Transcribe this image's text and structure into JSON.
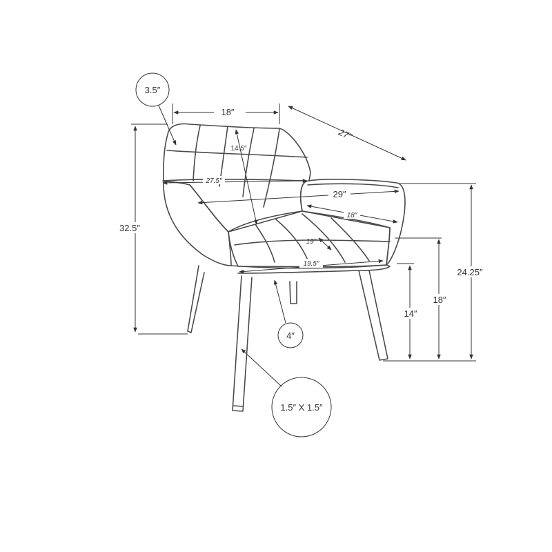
{
  "diagram": {
    "stroke_color": "#4a4a4a",
    "background": "#ffffff",
    "dimensions": {
      "arm_width": "3.5″",
      "back_width": "18″",
      "depth_overall": "27″",
      "back_height": "14.5″",
      "inner_width_top": "27.5″",
      "overall_width": "29″",
      "arm_to_back": "18″",
      "seat_depth": "19″",
      "seat_width": "19.5″",
      "overall_height": "32.5″",
      "arm_height": "24.25″",
      "seat_height": "18″",
      "leg_height": "14″",
      "seat_thickness": "4″",
      "leg_size": "1.5″ X 1.5″"
    }
  }
}
